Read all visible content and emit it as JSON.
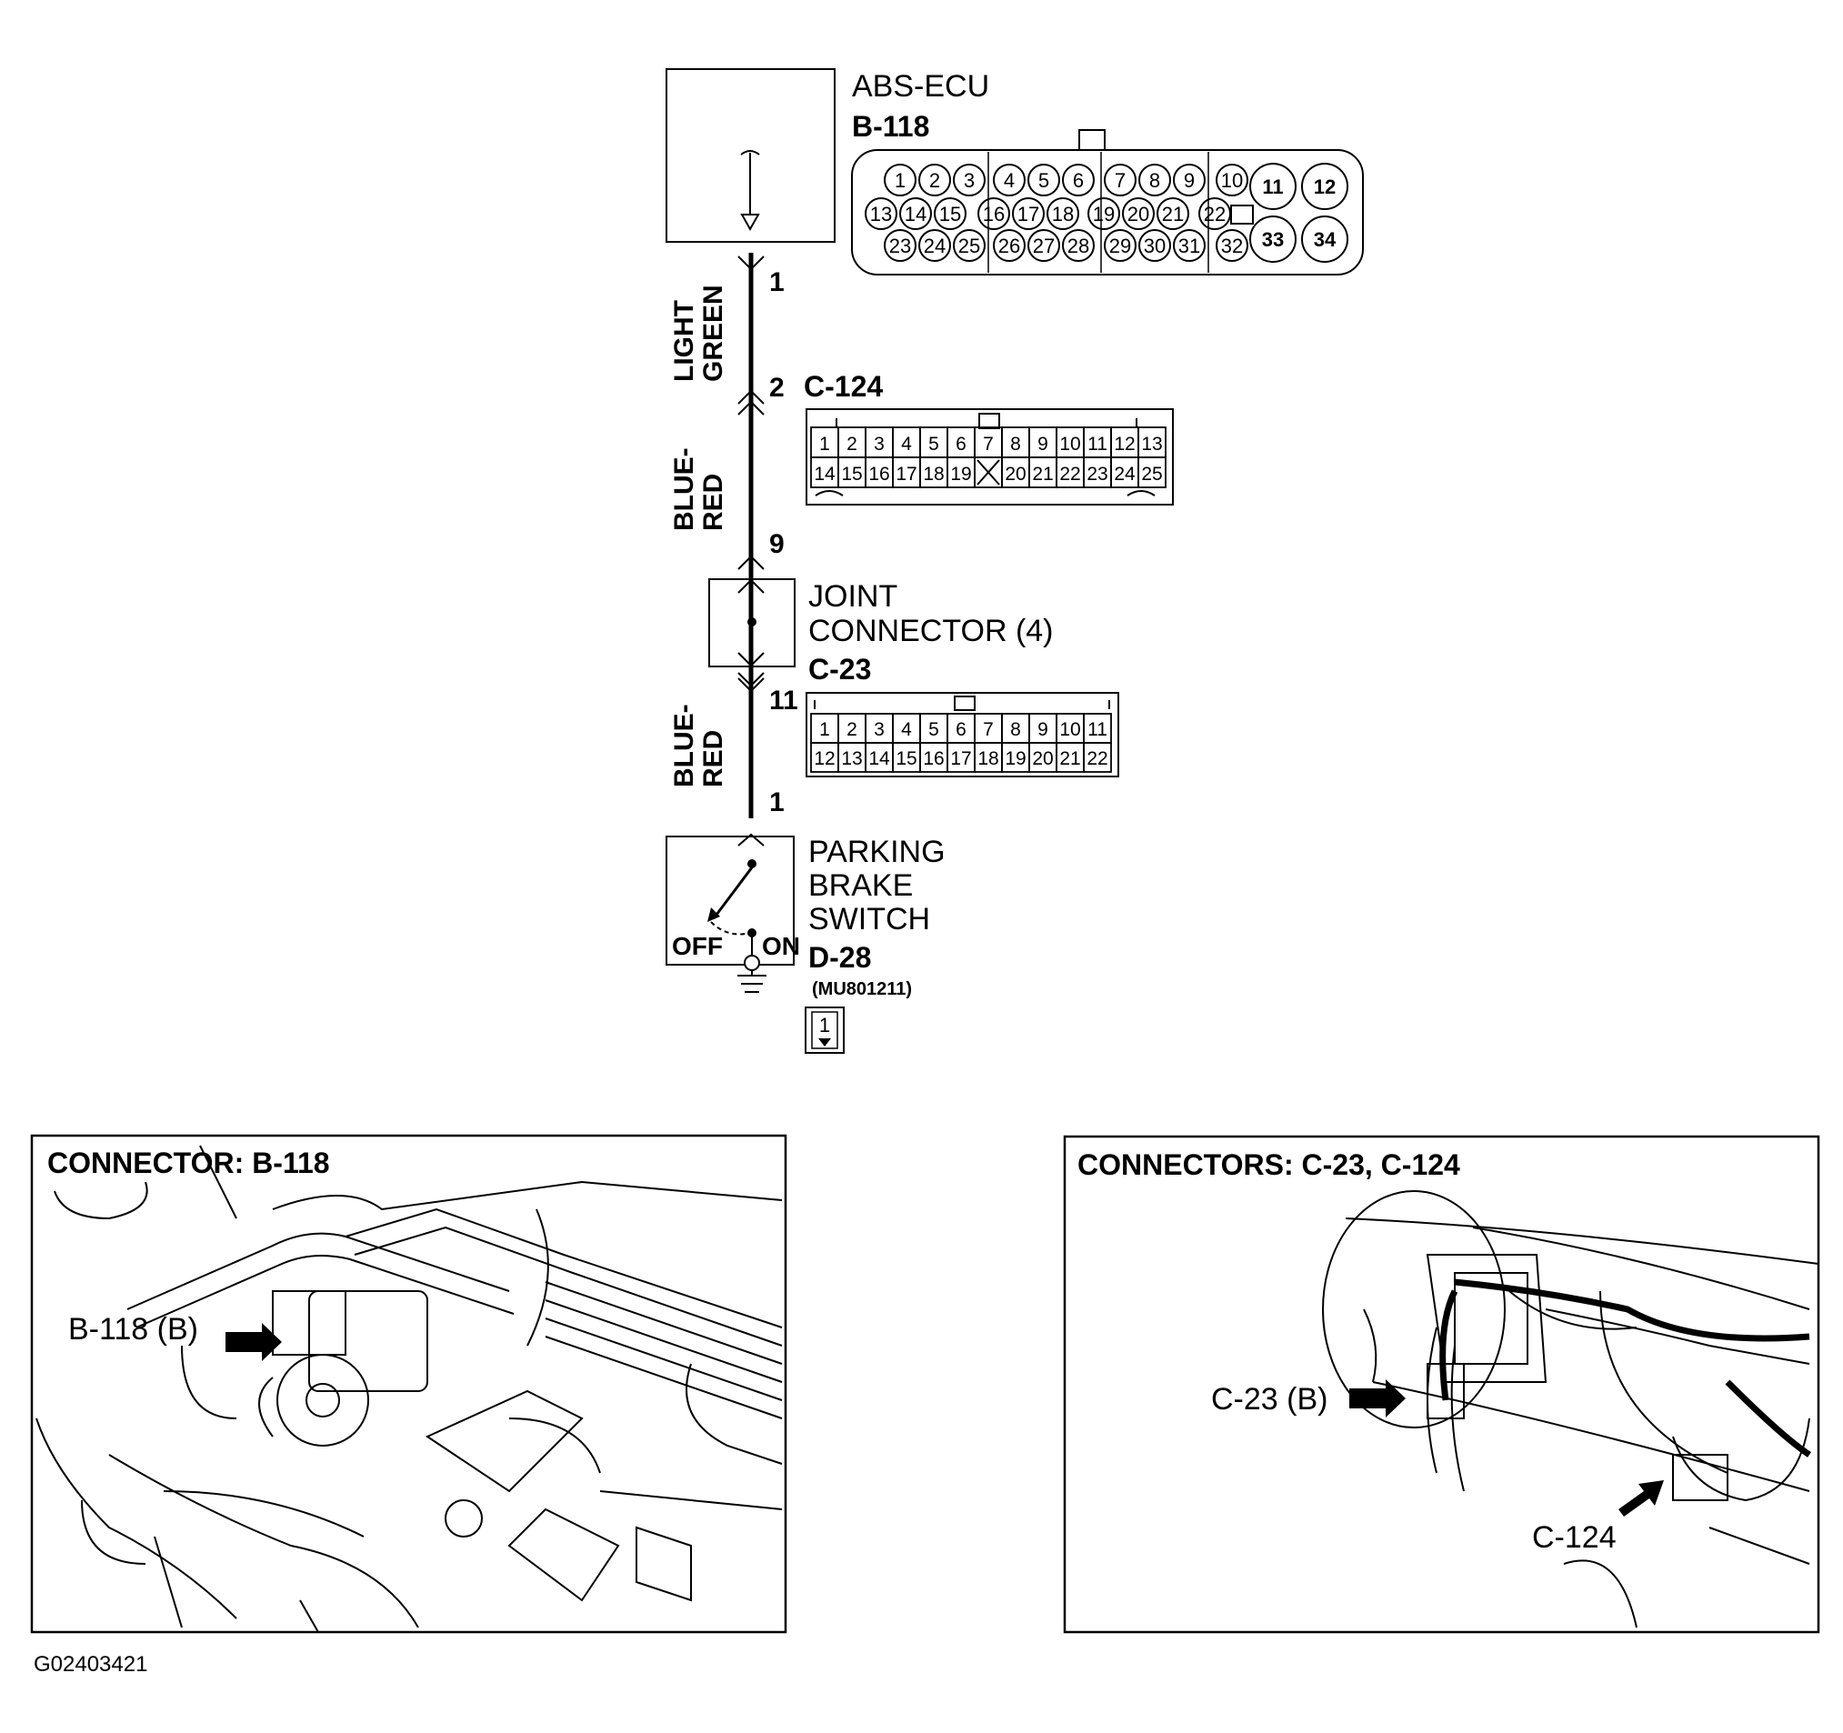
{
  "ecu": {
    "name": "ABS-ECU",
    "code": "B-118"
  },
  "b118_pins": {
    "row1": [
      "1",
      "2",
      "3",
      "4",
      "5",
      "6",
      "7",
      "8",
      "9",
      "10"
    ],
    "row2": [
      "13",
      "14",
      "15",
      "16",
      "17",
      "18",
      "19",
      "20",
      "21",
      "22"
    ],
    "row3": [
      "23",
      "24",
      "25",
      "26",
      "27",
      "28",
      "29",
      "30",
      "31",
      "32"
    ],
    "big": [
      "11",
      "12",
      "33",
      "34"
    ]
  },
  "wire": {
    "pin_ecu": "1",
    "color_1a": "LIGHT",
    "color_1b": "GREEN",
    "pin_c124": "2",
    "color_2a": "BLUE-",
    "color_2b": "RED",
    "pin_c124_out": "9",
    "pin_c23": "11",
    "color_3a": "BLUE-",
    "color_3b": "RED",
    "pin_switch": "1"
  },
  "c124": {
    "code": "C-124",
    "row1": [
      "1",
      "2",
      "3",
      "4",
      "5",
      "6",
      "7",
      "8",
      "9",
      "10",
      "11",
      "12",
      "13"
    ],
    "row2": [
      "14",
      "15",
      "16",
      "17",
      "18",
      "19",
      "",
      "20",
      "21",
      "22",
      "23",
      "24",
      "25"
    ]
  },
  "joint": {
    "line1": "JOINT",
    "line2": "CONNECTOR (4)",
    "code": "C-23"
  },
  "c23": {
    "row1": [
      "1",
      "2",
      "3",
      "4",
      "5",
      "6",
      "7",
      "8",
      "9",
      "10",
      "11"
    ],
    "row2": [
      "12",
      "13",
      "14",
      "15",
      "16",
      "17",
      "18",
      "19",
      "20",
      "21",
      "22"
    ]
  },
  "switch": {
    "line1": "PARKING",
    "line2": "BRAKE",
    "line3": "SWITCH",
    "code": "D-28",
    "part": "(MU801211)",
    "off_label": "OFF",
    "on_label": "ON",
    "pin": "1"
  },
  "panel_left": {
    "title": "CONNECTOR: B-118",
    "callout": "B-118 (B)"
  },
  "panel_right": {
    "title": "CONNECTORS: C-23, C-124",
    "callout_a": "C-23 (B)",
    "callout_b": "C-124"
  },
  "figure_id": "G02403421"
}
